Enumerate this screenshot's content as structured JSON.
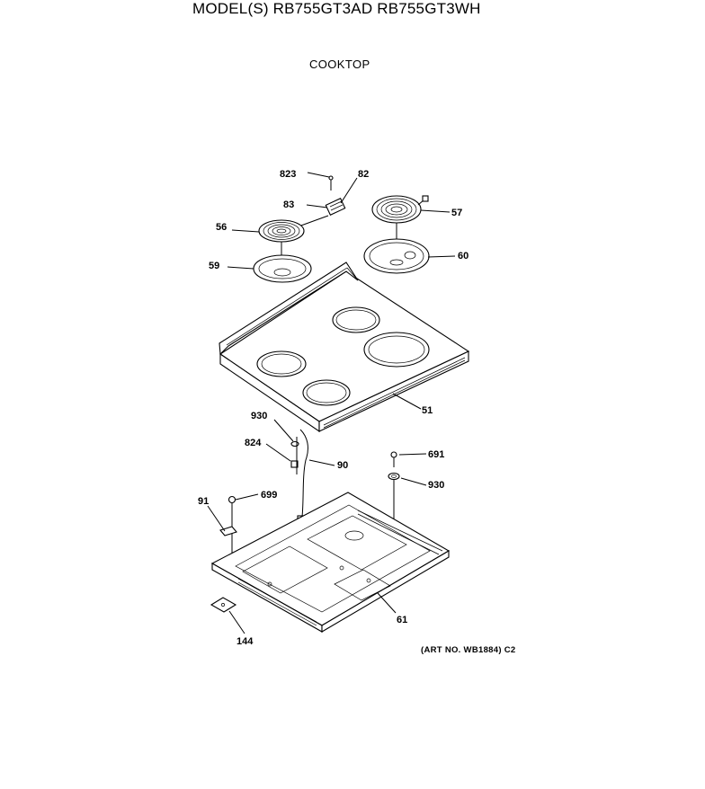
{
  "header": {
    "models": "MODEL(S) RB755GT3AD  RB755GT3WH",
    "section": "COOKTOP"
  },
  "footer": {
    "art_no": "(ART NO. WB1884) C2"
  },
  "callouts": {
    "c823": "823",
    "c82": "82",
    "c83": "83",
    "c56": "56",
    "c57": "57",
    "c59": "59",
    "c60": "60",
    "c51": "51",
    "c930a": "930",
    "c824": "824",
    "c90": "90",
    "c691": "691",
    "c930b": "930",
    "c91": "91",
    "c699": "699",
    "c61": "61",
    "c144": "144"
  }
}
